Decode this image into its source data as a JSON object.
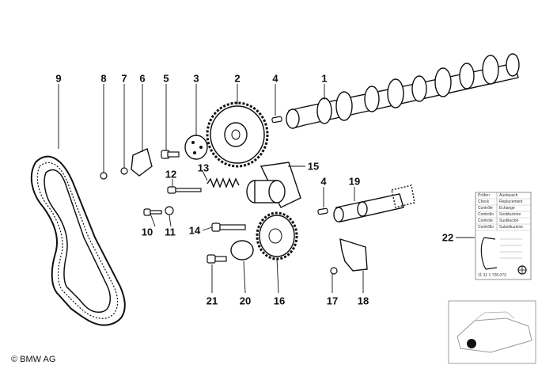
{
  "callouts": {
    "c1": "1",
    "c2": "2",
    "c3": "3",
    "c4a": "4",
    "c4b": "4",
    "c5": "5",
    "c6": "6",
    "c7": "7",
    "c8": "8",
    "c9": "9",
    "c10": "10",
    "c11": "11",
    "c12": "12",
    "c13": "13",
    "c14": "14",
    "c15": "15",
    "c16": "16",
    "c17": "17",
    "c18": "18",
    "c19": "19",
    "c20": "20",
    "c21": "21",
    "c22": "22"
  },
  "copyright": "© BMW AG",
  "service_chart": {
    "rows": [
      {
        "left": "Prüfen",
        "right": "Austausch"
      },
      {
        "left": "Check",
        "right": "Replacement"
      },
      {
        "left": "Contrôle",
        "right": "Echange"
      },
      {
        "left": "Controllo",
        "right": "Sostituzione"
      },
      {
        "left": "Controle",
        "right": "Sustitución"
      },
      {
        "left": "Contrôllo",
        "right": "Substituzione"
      }
    ],
    "code": "11 31 1 728 073"
  },
  "colors": {
    "ink": "#111111",
    "frame": "#777777"
  }
}
